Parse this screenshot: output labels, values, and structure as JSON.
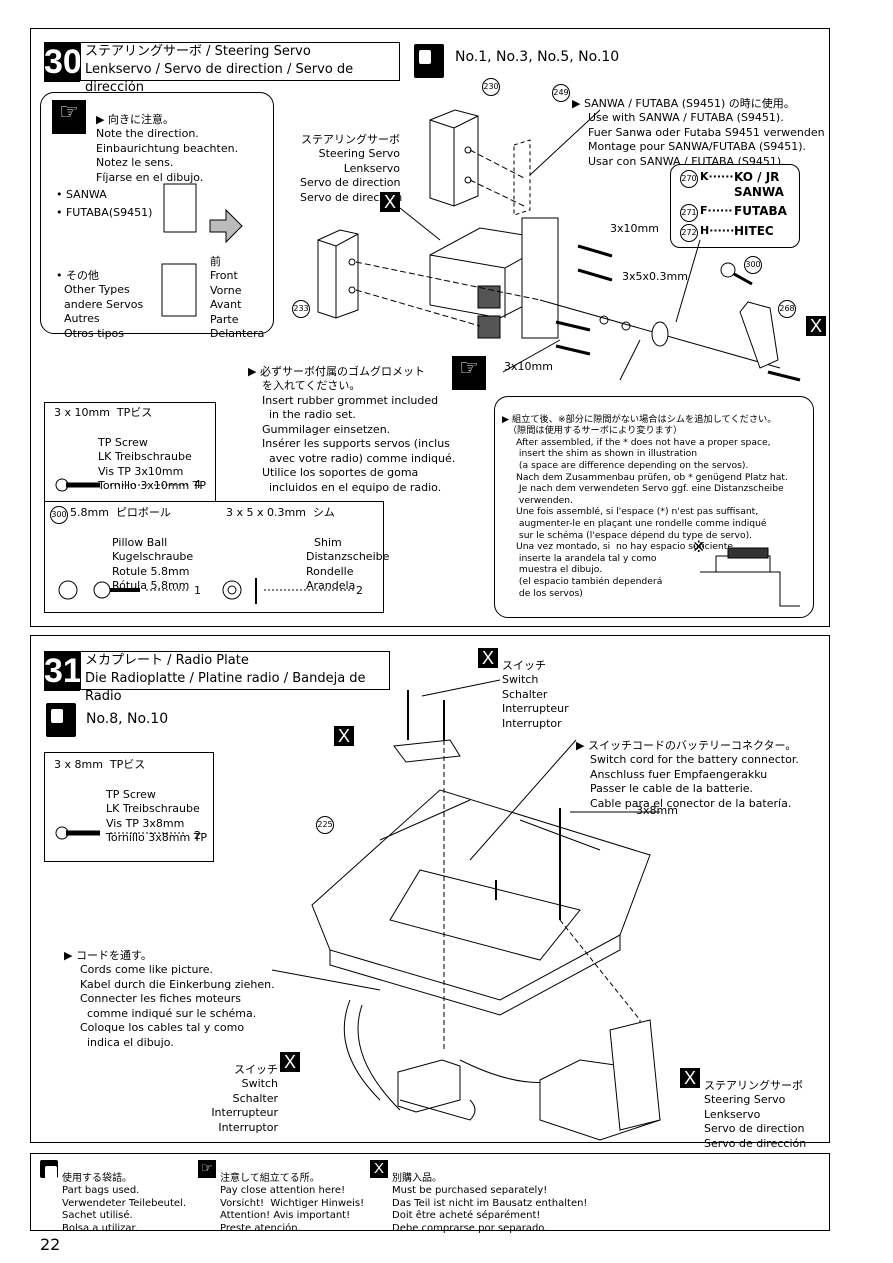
{
  "page_number": "22",
  "step30": {
    "number": "30",
    "title_line1": "ステアリングサーボ / Steering Servo",
    "title_line2": "Lenkservo / Servo de direction / Servo de dirección",
    "bags": "No.1, No.3, No.5, No.10",
    "direction_note": [
      "▶ 向きに注意。",
      "Note the direction.",
      "Einbaurichtung beachten.",
      "Notez le sens.",
      "Fíjarse en el dibujo."
    ],
    "sanwa": "• SANWA",
    "futaba": "• FUTABA(S9451)",
    "front_labels": [
      "前",
      "Front",
      "Vorne",
      "Avant",
      "Parte",
      "Delantera"
    ],
    "others": [
      "• その他",
      "Other Types",
      "andere Servos",
      "Autres",
      "Otros tipos"
    ],
    "servo_label": [
      "ステアリングサーボ",
      "Steering Servo",
      "Lenkservo",
      "Servo de direction",
      "Servo de dirección"
    ],
    "sanwa_futaba_note": [
      "▶ SANWA / FUTABA (S9451) の時に使用。",
      "Use with SANWA / FUTABA (S9451).",
      "Fuer Sanwa oder Futaba S9451 verwenden",
      "Montage pour SANWA/FUTABA (S9451).",
      "Usar con SANWA / FUTABA (S9451)."
    ],
    "horn_options": [
      {
        "part": "270",
        "code": "K······",
        "name": "KO / JR\nSANWA"
      },
      {
        "part": "271",
        "code": "F······",
        "name": "FUTABA"
      },
      {
        "part": "272",
        "code": "H······",
        "name": "HITEC"
      }
    ],
    "part_numbers": [
      "230",
      "249",
      "233",
      "300",
      "268"
    ],
    "screw_callout_1": "3x10mm",
    "shim_callout": "3x5x0.3mm",
    "screw_callout_2": "3x10mm",
    "grommet_note": [
      "▶ 必ずサーボ付属のゴムグロメット",
      "を入れてください。",
      "Insert rubber grommet included",
      "  in the radio set.",
      "Gummilager einsetzen.",
      "Insérer les supports servos (inclus",
      "  avec votre radio) comme indiqué.",
      "Utilice los soportes de goma",
      "  incluidos en el equipo de radio."
    ],
    "tp_screw": {
      "title": "3 x 10mm  TPビス",
      "lines": [
        "TP Screw",
        "LK Treibschraube",
        "Vis TP 3x10mm",
        "Tornillo 3x10mm TP"
      ],
      "qty": "4"
    },
    "pillow_ball": {
      "part": "300",
      "title": "5.8mm  ピロボール",
      "lines": [
        "Pillow Ball",
        "Kugelschraube",
        "Rotule 5.8mm",
        "Rótula 5.8mm"
      ],
      "qty": "1"
    },
    "shim": {
      "title": "3 x 5 x 0.3mm  シム",
      "lines": [
        "Shim",
        "Distanzscheibe",
        "Rondelle",
        "Arandela"
      ],
      "qty": "2"
    },
    "shim_note": [
      "▶ 組立て後、※部分に隙間がない場合はシムを追加してください。",
      "  （隙間は使用するサーボにより変ります）",
      "After assembled, if the * does not have a proper space,",
      " insert the shim as shown in illustration",
      " (a space are difference depending on the servos).",
      "Nach dem Zusammenbau prüfen, ob * genügend Platz hat.",
      " Je nach dem verwendeten Servo ggf. eine Distanzscheibe",
      " verwenden.",
      "Une fois assemblé, si l'espace (*) n'est pas suffisant,",
      " augmenter-le en plaçant une rondelle comme indiqué",
      " sur le schéma (l'espace dépend du type de servo).",
      "Una vez montado, si  no hay espacio suficiente,",
      " inserte la arandela tal y como",
      " muestra el dibujo.",
      " (el espacio también dependerá",
      " de los servos)"
    ],
    "kome": "※"
  },
  "step31": {
    "number": "31",
    "title_line1": "メカプレート / Radio Plate",
    "title_line2": "Die Radioplatte / Platine radio / Bandeja de Radio",
    "bags": "No.8, No.10",
    "tp_screw": {
      "title": "3 x 8mm  TPビス",
      "lines": [
        "TP Screw",
        "LK Treibschraube",
        "Vis TP 3x8mm",
        "Tornillo 3x8mm TP"
      ],
      "qty": "2"
    },
    "switch_top": [
      "スイッチ",
      "Switch",
      "Schalter",
      "Interrupteur",
      "Interruptor"
    ],
    "switch_cord_note": [
      "▶ スイッチコードのバッテリーコネクター。",
      "Switch cord for the battery connector.",
      "Anschluss fuer Empfaengerakku",
      "Passer le cable de la batterie.",
      "Cable para el conector de la batería."
    ],
    "screw_callout": "3x8mm",
    "part_number": "225",
    "cords_note": [
      "▶ コードを通す。",
      "Cords come like picture.",
      "Kabel durch die Einkerbung ziehen.",
      "Connecter les fiches moteurs",
      "  comme indiqué sur le schéma.",
      "Coloque los cables tal y como",
      "  indica el dibujo."
    ],
    "switch_bottom": [
      "スイッチ",
      "Switch",
      "Schalter",
      "Interrupteur",
      "Interruptor"
    ],
    "servo_label": [
      "ステアリングサーボ",
      "Steering Servo",
      "Lenkservo",
      "Servo de direction",
      "Servo de dirección"
    ]
  },
  "legend": {
    "bags": [
      "使用する袋詰。",
      "Part bags used.",
      "Verwendeter Teilebeutel.",
      "Sachet utilisé.",
      "Bolsa a utilizar."
    ],
    "attention": [
      "注意して組立てる所。",
      "Pay close attention here!",
      "Vorsicht!  Wichtiger Hinweis!",
      "Attention! Avis important!",
      "Preste atención."
    ],
    "purchase": [
      "別購入品。",
      "Must be purchased separately!",
      "Das Teil ist nicht im Bausatz enthalten!",
      "Doit être acheté séparément!",
      "Debe comprarse por separado."
    ]
  }
}
